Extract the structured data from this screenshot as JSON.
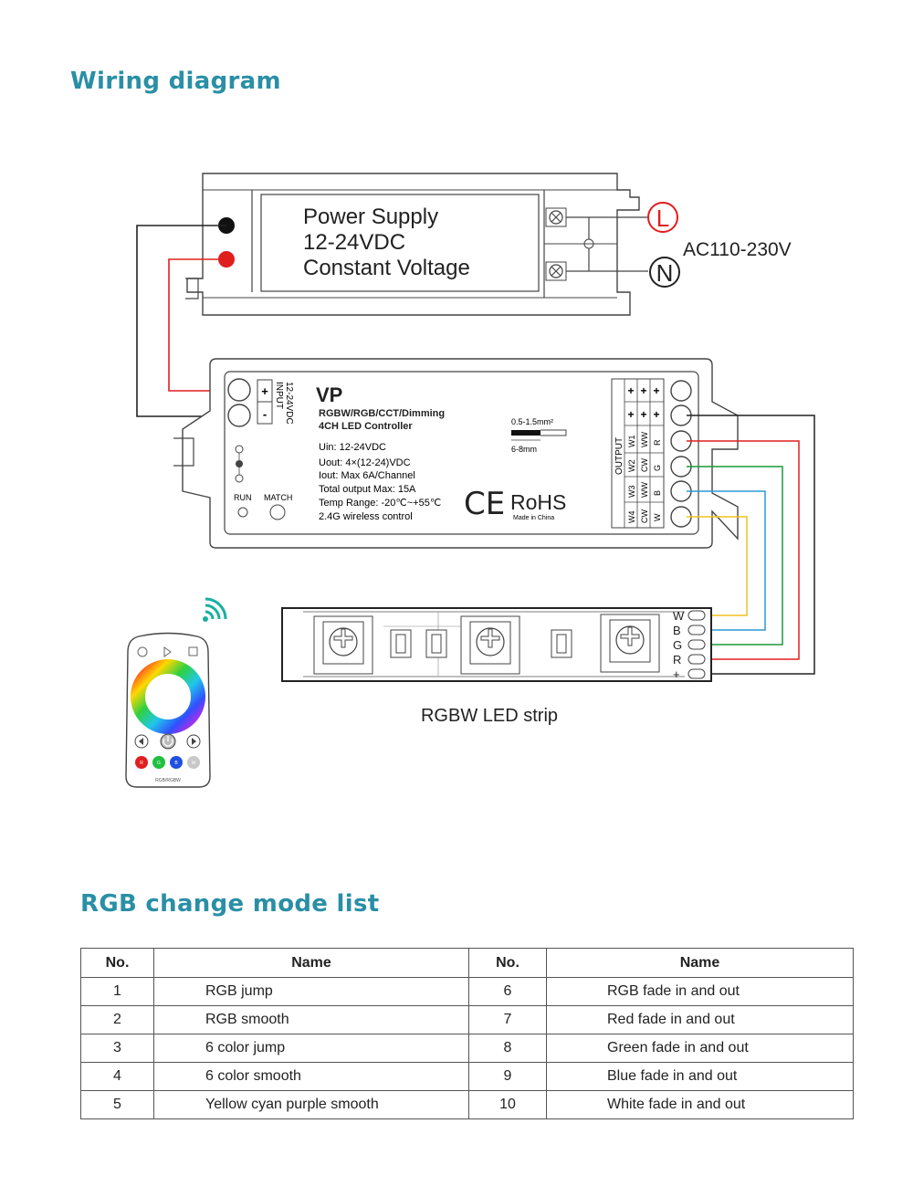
{
  "titles": {
    "wiring": "Wiring diagram",
    "modes": "RGB change mode list"
  },
  "power_supply": {
    "line1": "Power Supply",
    "line2": "12-24VDC",
    "line3": "Constant Voltage",
    "live": "L",
    "neutral": "N",
    "ac_label": "AC110-230V"
  },
  "controller": {
    "model": "VP",
    "subtitle1": "RGBW/RGB/CCT/Dimming",
    "subtitle2": "4CH LED Controller",
    "input_label1": "INPUT",
    "input_label2": "12-24VDC",
    "plus": "+",
    "minus": "-",
    "specs": [
      "Uin: 12-24VDC",
      "Uout: 4×(12-24)VDC",
      "Iout: Max 6A/Channel",
      "Total output Max: 15A",
      "Temp Range: -20℃~+55℃",
      "2.4G wireless control"
    ],
    "wire_gauge": "0.5-1.5mm²",
    "strip_length": "6-8mm",
    "run": "RUN",
    "match": "MATCH",
    "ce": "CE",
    "rohs": "RoHS",
    "made_in": "Made in China",
    "output_label": "OUTPUT",
    "output_cols": [
      [
        "W1",
        "W2",
        "W3",
        "W4"
      ],
      [
        "WW",
        "CW",
        "WW",
        "CW"
      ],
      [
        "R",
        "G",
        "B",
        "W"
      ]
    ]
  },
  "strip": {
    "label": "RGBW LED strip",
    "pins": [
      "W",
      "B",
      "G",
      "R",
      "+"
    ]
  },
  "remote": {
    "color_buttons": [
      "R",
      "G",
      "B",
      "W"
    ],
    "caption": "RGB/RGBW"
  },
  "colors": {
    "accent": "#2a8fa5",
    "red_wire": "#e02020",
    "green_wire": "#1a9a3a",
    "blue_wire": "#2a9ad8",
    "yellow_wire": "#f0c020",
    "black_wire": "#222222"
  },
  "mode_table": {
    "headers": [
      "No.",
      "Name",
      "No.",
      "Name"
    ],
    "rows": [
      [
        "1",
        "RGB jump",
        "6",
        "RGB fade in and out"
      ],
      [
        "2",
        "RGB smooth",
        "7",
        "Red fade in and out"
      ],
      [
        "3",
        "6 color jump",
        "8",
        "Green fade in and out"
      ],
      [
        "4",
        "6 color smooth",
        "9",
        "Blue fade in and out"
      ],
      [
        "5",
        "Yellow cyan purple smooth",
        "10",
        "White fade in and out"
      ]
    ]
  }
}
